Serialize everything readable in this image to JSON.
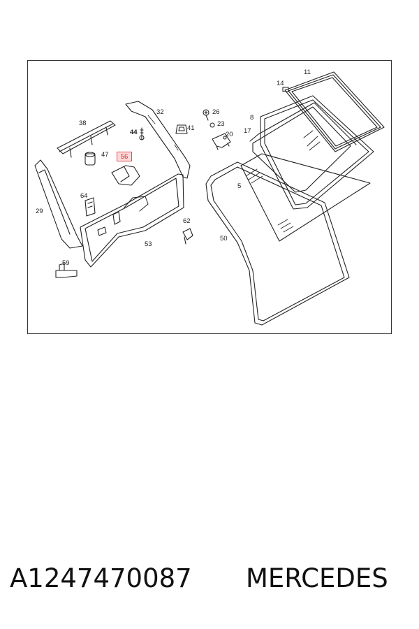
{
  "diagram": {
    "callouts": {
      "c11": "11",
      "c14": "14",
      "c8": "8",
      "c17": "17",
      "c5": "5",
      "c26": "26",
      "c23": "23",
      "c20": "20",
      "c41": "41",
      "c32": "32",
      "c38": "38",
      "c44": "44",
      "c47": "47",
      "c56": "56",
      "c64": "64",
      "c29": "29",
      "c53": "53",
      "c62": "62",
      "c50": "50",
      "c59": "59"
    },
    "highlighted_part": "56"
  },
  "footer": {
    "part_number": "A1247470087",
    "brand": "MERCEDES"
  },
  "colors": {
    "line": "#222222",
    "frame": "#333333",
    "highlight_border": "#e05050",
    "highlight_fill": "#ffaaaa"
  }
}
